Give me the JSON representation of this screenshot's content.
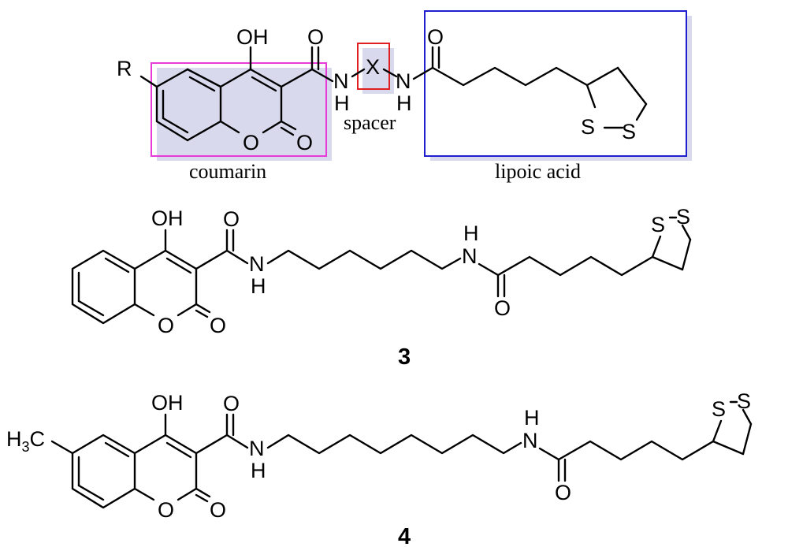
{
  "labels": {
    "coumarin": "coumarin",
    "spacer": "spacer",
    "lipoic_acid": "lipoic acid",
    "compound_3": "3",
    "compound_4": "4"
  },
  "atoms": {
    "R": "R",
    "OH": "OH",
    "O": "O",
    "N": "N",
    "H": "H",
    "X": "X",
    "S": "S",
    "H3C_H": "H",
    "H3C_3": "3",
    "H3C_C": "C"
  },
  "colors": {
    "coumarin_box": "#e83ad8",
    "spacer_box": "#e02020",
    "lipoic_box": "#1f1fd0",
    "shadow": "#d9d9ee"
  }
}
